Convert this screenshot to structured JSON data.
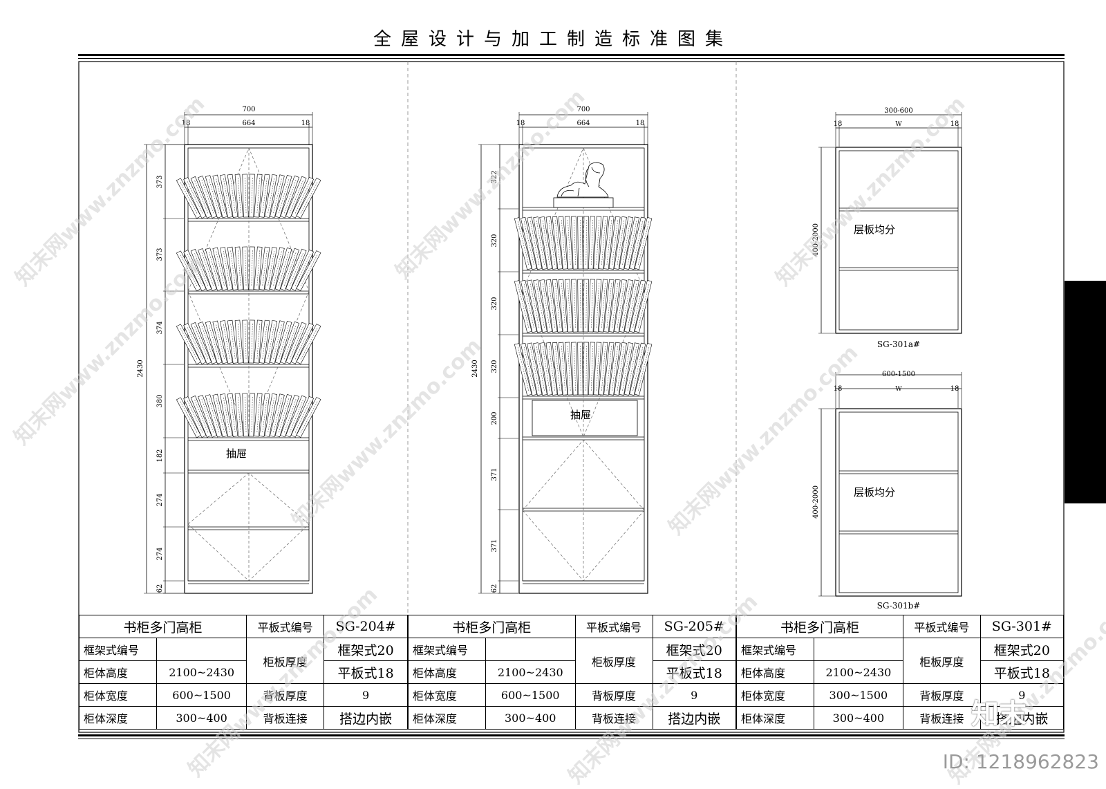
{
  "header": {
    "title": "全屋设计与加工制造标准图集"
  },
  "watermark": {
    "text": "知末网www.znzmo.com",
    "logo": "知末",
    "id": "ID: 1218962823"
  },
  "panels": [
    {
      "code": "SG-204#",
      "dims": {
        "total_w": "700",
        "side_l": "18",
        "inner": "664",
        "side_r": "18",
        "height": "2430",
        "segments": [
          "373",
          "373",
          "374",
          "380",
          "182",
          "274",
          "274",
          "62"
        ]
      },
      "drawer_label": "抽屉"
    },
    {
      "code": "SG-205#",
      "dims": {
        "total_w": "700",
        "side_l": "18",
        "inner": "664",
        "side_r": "18",
        "height": "2430",
        "segments": [
          "322",
          "320",
          "320",
          "320",
          "200",
          "371",
          "371",
          "62"
        ]
      },
      "drawer_label": "抽屉"
    },
    {
      "code": "SG-301#",
      "a": {
        "label": "SG-301a#",
        "width": "300-600",
        "side_l": "18",
        "inner": "W",
        "side_r": "18",
        "height": "400-2000",
        "note": "层板均分"
      },
      "b": {
        "label": "SG-301b#",
        "width": "600-1500",
        "side_l": "18",
        "inner": "W",
        "side_r": "18",
        "height": "400-2000",
        "note": "层板均分"
      }
    }
  ],
  "tables": [
    {
      "name": "书柜多门高柜",
      "code_label": "平板式编号",
      "code": "SG-204#",
      "frame_code_label": "框架式编号",
      "frame_code": "",
      "height_label": "柜体高度",
      "height": "2100~2430",
      "width_label": "柜体宽度",
      "width": "600~1500",
      "depth_label": "柜体深度",
      "depth": "300~400",
      "board_label": "柜板厚度",
      "board_a": "框架式20",
      "board_b": "平板式18",
      "back_label": "背板厚度",
      "back": "9",
      "conn_label": "背板连接",
      "conn": "搭边内嵌"
    },
    {
      "name": "书柜多门高柜",
      "code_label": "平板式编号",
      "code": "SG-205#",
      "frame_code_label": "框架式编号",
      "frame_code": "",
      "height_label": "柜体高度",
      "height": "2100~2430",
      "width_label": "柜体宽度",
      "width": "600~1500",
      "depth_label": "柜体深度",
      "depth": "300~400",
      "board_label": "柜板厚度",
      "board_a": "框架式20",
      "board_b": "平板式18",
      "back_label": "背板厚度",
      "back": "9",
      "conn_label": "背板连接",
      "conn": "搭边内嵌"
    },
    {
      "name": "书柜多门高柜",
      "code_label": "平板式编号",
      "code": "SG-301#",
      "frame_code_label": "框架式编号",
      "frame_code": "",
      "height_label": "柜体高度",
      "height": "2100~2430",
      "width_label": "柜体宽度",
      "width": "300~1500",
      "depth_label": "柜体深度",
      "depth": "300~400",
      "board_label": "柜板厚度",
      "board_a": "框架式20",
      "board_b": "平板式18",
      "back_label": "背板厚度",
      "back": "9",
      "conn_label": "背板连接",
      "conn": "搭边内嵌"
    }
  ]
}
